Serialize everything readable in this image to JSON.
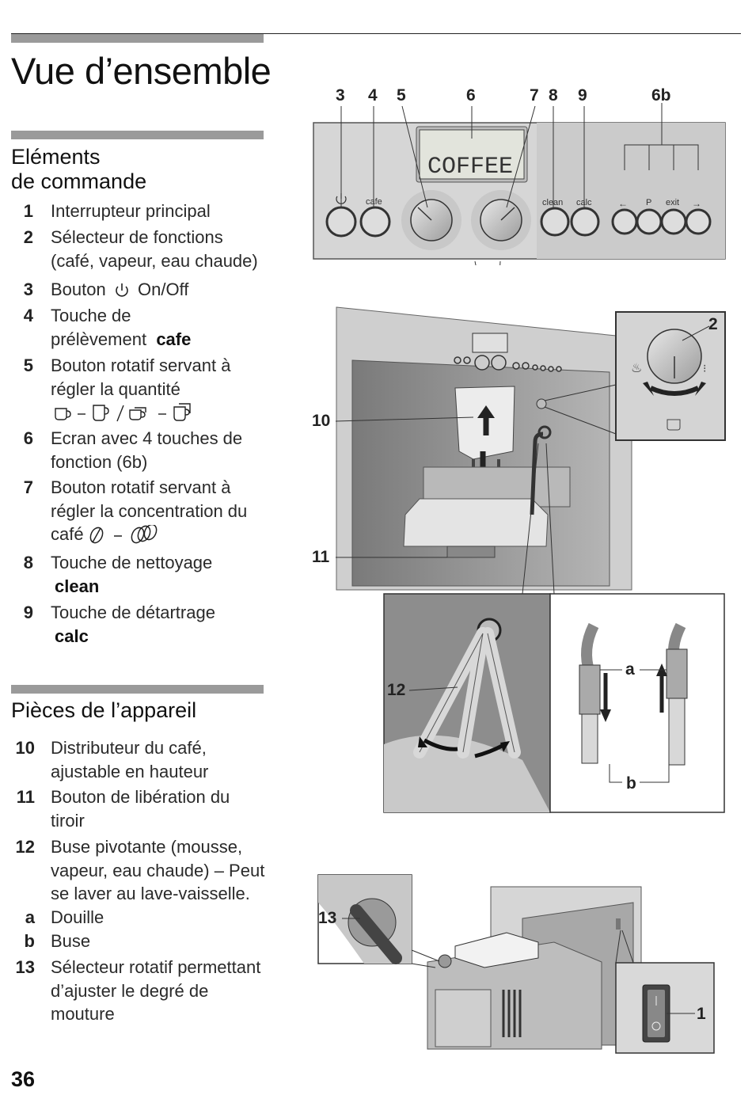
{
  "page": {
    "title": "Vue d’ensemble",
    "page_number": "36"
  },
  "controls": {
    "heading_line1": "Eléments",
    "heading_line2": "de commande",
    "items": [
      {
        "num": "1",
        "text": "Interrupteur principal"
      },
      {
        "num": "2",
        "line1": "Sélecteur de fonctions",
        "line2": "(café, vapeur, eau chaude)"
      },
      {
        "num": "3",
        "text_a": "Bouton",
        "text_b": "On/Off",
        "icon": "power-icon"
      },
      {
        "num": "4",
        "line1": "Touche de",
        "line2": "prélèvement",
        "bold": "cafe"
      },
      {
        "num": "5",
        "line1": "Bouton rotatif servant à",
        "line2": "régler la quantité",
        "symbols": "cup-sizes"
      },
      {
        "num": "6",
        "line1": "Ecran avec 4 touches de",
        "line2": "fonction (6b)"
      },
      {
        "num": "7",
        "line1": "Bouton rotatif servant à",
        "line2": "régler la concentration du",
        "line3": "café",
        "symbols": "bean-strength"
      },
      {
        "num": "8",
        "line1": "Touche de nettoyage",
        "bold": "clean"
      },
      {
        "num": "9",
        "line1": "Touche de détartrage",
        "bold": "calc"
      }
    ]
  },
  "parts": {
    "heading": "Pièces de l’appareil",
    "items": [
      {
        "num": "10",
        "line1": "Distributeur du café,",
        "line2": "ajustable en hauteur"
      },
      {
        "num": "11",
        "line1": "Bouton de libération du",
        "line2": "tiroir"
      },
      {
        "num": "12",
        "line1": "Buse pivotante (mousse,",
        "line2": "vapeur, eau chaude) – Peut",
        "line3": "se laver au lave-vaisselle."
      },
      {
        "num": "a",
        "text": "Douille"
      },
      {
        "num": "b",
        "text": "Buse"
      },
      {
        "num": "13",
        "line1": "Sélecteur rotatif permettant",
        "line2": "d’ajuster le degré de",
        "line3": "mouture"
      }
    ]
  },
  "figure": {
    "callouts": [
      "3",
      "4",
      "5",
      "6",
      "7",
      "8",
      "9",
      "6b",
      "2",
      "10",
      "11",
      "12",
      "a",
      "b",
      "13",
      "1"
    ],
    "display_text": "COFFEE",
    "button_labels": {
      "cafe": "cafe",
      "clean": "clean",
      "calc": "calc",
      "p": "P",
      "exit": "exit",
      "left": "←",
      "right": "→"
    }
  },
  "colors": {
    "rule_gray": "#9a9a9a",
    "panel_gray": "#d2d2d2",
    "dark_gray": "#6e6e6e"
  }
}
